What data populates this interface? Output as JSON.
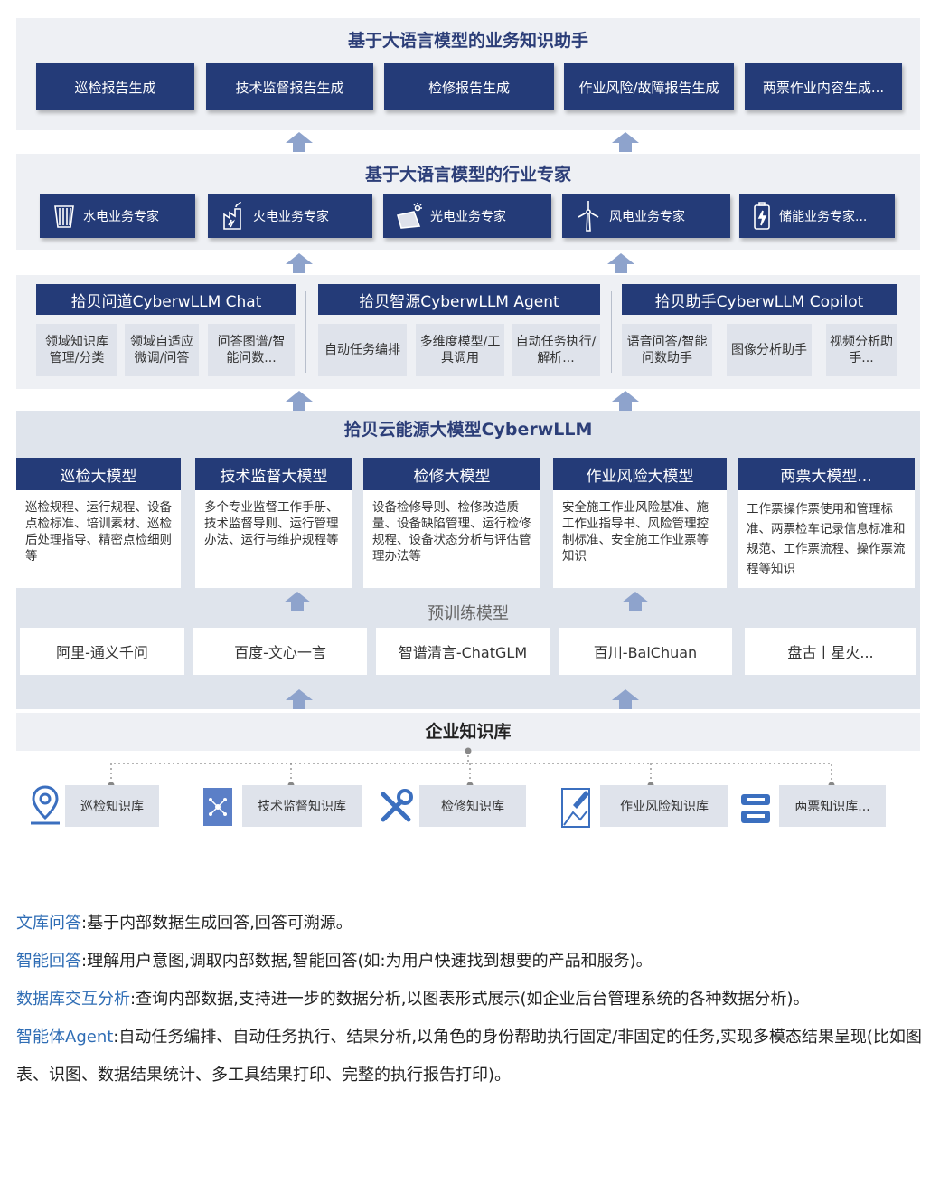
{
  "top": {
    "title": "基于大语言模型的业务知识助手",
    "items": [
      "巡检报告生成",
      "技术监督报告生成",
      "检修报告生成",
      "作业风险/故障报告生成",
      "两票作业内容生成..."
    ]
  },
  "expert": {
    "title": "基于大语言模型的行业专家",
    "items": [
      {
        "label": "水电业务专家",
        "icon": "hydro-icon"
      },
      {
        "label": "火电业务专家",
        "icon": "thermal-plant-icon"
      },
      {
        "label": "光电业务专家",
        "icon": "solar-panel-icon"
      },
      {
        "label": "风电业务专家",
        "icon": "wind-turbine-icon"
      },
      {
        "label": "储能业务专家...",
        "icon": "battery-icon"
      }
    ]
  },
  "products": [
    {
      "title": "拾贝问道CyberwLLM Chat",
      "subs": [
        "领域知识库管理/分类",
        "领域自适应微调/问答",
        "问答图谱/智能问数..."
      ]
    },
    {
      "title": "拾贝智源CyberwLLM Agent",
      "subs": [
        "自动任务编排",
        "多维度模型/工具调用",
        "自动任务执行/解析..."
      ]
    },
    {
      "title": "拾贝助手CyberwLLM Copilot",
      "subs": [
        "语音问答/智能问数助手",
        "图像分析助手",
        "视频分析助手..."
      ]
    }
  ],
  "llm": {
    "title": "拾贝云能源大模型CyberwLLM",
    "models": [
      {
        "title": "巡检大模型",
        "body": "巡检规程、运行规程、设备点检标准、培训素材、巡检后处理指导、精密点检细则等"
      },
      {
        "title": "技术监督大模型",
        "body": "多个专业监督工作手册、技术监督导则、运行管理办法、运行与维护规程等"
      },
      {
        "title": "检修大模型",
        "body": "设备检修导则、检修改造质量、设备缺陷管理、运行检修规程、设备状态分析与评估管理办法等"
      },
      {
        "title": "作业风险大模型",
        "body": "安全施工作业风险基准、施工作业指导书、风险管理控制标准、安全施工作业票等知识"
      },
      {
        "title": "两票大模型...",
        "body": "工作票操作票使用和管理标准、两票检车记录信息标准和规范、工作票流程、操作票流程等知识"
      }
    ],
    "pretrain_title": "预训练模型",
    "pretrain": [
      "阿里-通义千问",
      "百度-文心一言",
      "智谱清言-ChatGLM",
      "百川-BaiChuan",
      "盘古丨星火..."
    ]
  },
  "kb": {
    "title": "企业知识库",
    "items": [
      {
        "label": "巡检知识库",
        "icon": "location-pin-icon"
      },
      {
        "label": "技术监督知识库",
        "icon": "network-icon"
      },
      {
        "label": "检修知识库",
        "icon": "wrench-icon"
      },
      {
        "label": "作业风险知识库",
        "icon": "image-edit-icon"
      },
      {
        "label": "两票知识库...",
        "icon": "ticket-icon"
      }
    ]
  },
  "descriptions": [
    {
      "term": "文库问答",
      "text": ":基于内部数据生成回答,回答可溯源。"
    },
    {
      "term": "智能回答",
      "text": ":理解用户意图,调取内部数据,智能回答(如:为用户快速找到想要的产品和服务)。"
    },
    {
      "term": "数据库交互分析",
      "text": ":查询内部数据,支持进一步的数据分析,以图表形式展示(如企业后台管理系统的各种数据分析)。"
    },
    {
      "term": "智能体Agent",
      "text": ":自动任务编排、自动任务执行、结果分析,以角色的身份帮助执行固定/非固定的任务,实现多模态结果呈现(比如图表、识图、数据结果统计、多工具结果打印、完整的执行报告打印)。"
    }
  ],
  "colors": {
    "navy": "#243b78",
    "accent": "#2f6db5",
    "band": "#eef0f4"
  }
}
